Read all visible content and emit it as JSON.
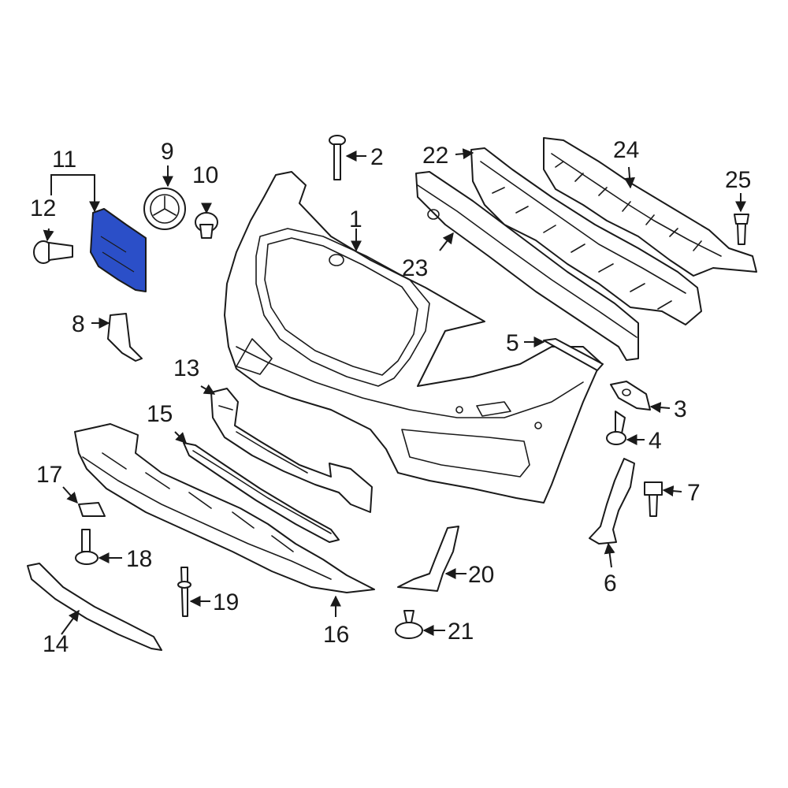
{
  "colors": {
    "line": "#1a1a1a",
    "background": "#ffffff",
    "highlight": "#2b4fc8"
  },
  "callouts": [
    {
      "id": "1",
      "text": "1"
    },
    {
      "id": "2",
      "text": "2"
    },
    {
      "id": "3",
      "text": "3"
    },
    {
      "id": "4",
      "text": "4"
    },
    {
      "id": "5",
      "text": "5"
    },
    {
      "id": "6",
      "text": "6"
    },
    {
      "id": "7",
      "text": "7"
    },
    {
      "id": "8",
      "text": "8"
    },
    {
      "id": "9",
      "text": "9"
    },
    {
      "id": "10",
      "text": "10"
    },
    {
      "id": "11",
      "text": "11"
    },
    {
      "id": "12",
      "text": "12"
    },
    {
      "id": "13",
      "text": "13"
    },
    {
      "id": "14",
      "text": "14"
    },
    {
      "id": "15",
      "text": "15"
    },
    {
      "id": "16",
      "text": "16"
    },
    {
      "id": "17",
      "text": "17"
    },
    {
      "id": "18",
      "text": "18"
    },
    {
      "id": "19",
      "text": "19"
    },
    {
      "id": "20",
      "text": "20"
    },
    {
      "id": "21",
      "text": "21"
    },
    {
      "id": "22",
      "text": "22"
    },
    {
      "id": "23",
      "text": "23"
    },
    {
      "id": "24",
      "text": "24"
    },
    {
      "id": "25",
      "text": "25"
    }
  ],
  "highlighted_part": "11"
}
